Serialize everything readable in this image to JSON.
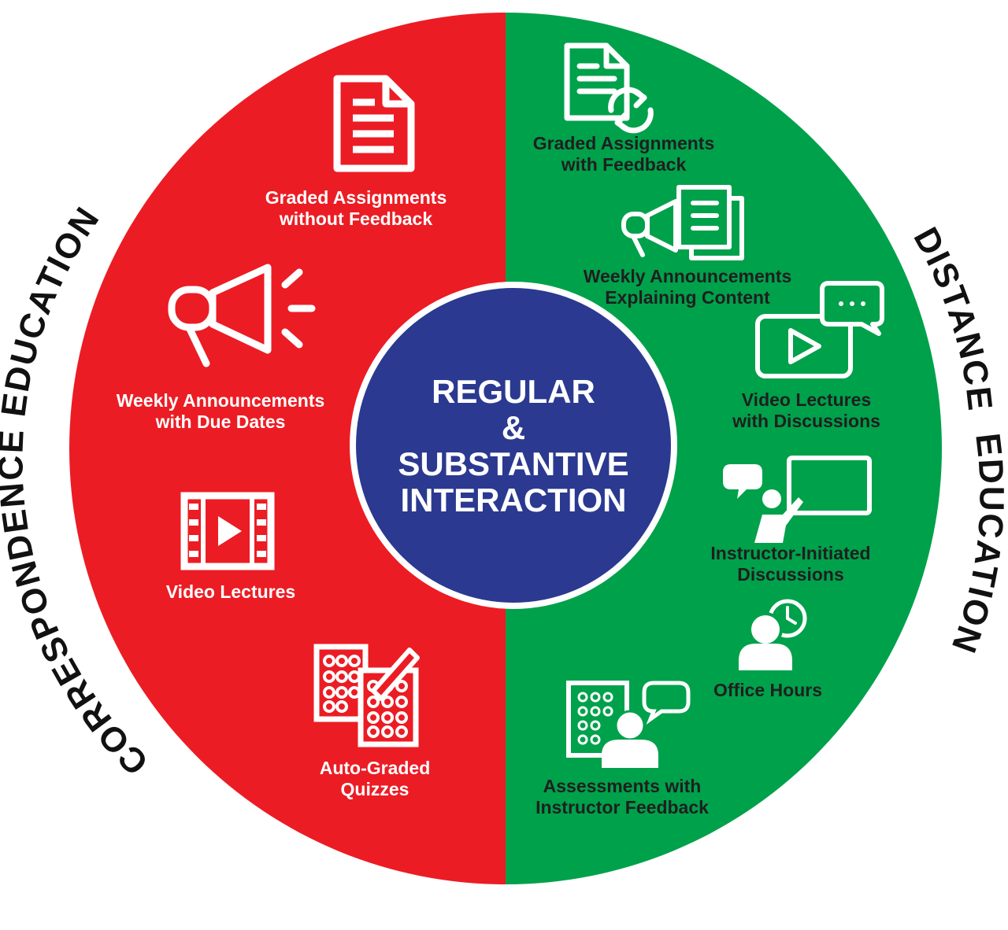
{
  "colors": {
    "left_half": "#ec1c24",
    "right_half": "#00a14b",
    "center": "#2b3990",
    "text_left": "#ffffff",
    "text_right": "#1f1f1f",
    "outline_right": "#ffffff"
  },
  "center": {
    "line1": "REGULAR",
    "line2": "&",
    "line3": "SUBSTANTIVE",
    "line4": "INTERACTION"
  },
  "left_arc_label": "CORRESPONDENCE EDUCATION",
  "right_arc_label_1": "DISTANCE",
  "right_arc_label_2": "EDUCATION",
  "left_items": [
    {
      "icon": "document-icon",
      "line1": "Graded Assignments",
      "line2": "without Feedback"
    },
    {
      "icon": "megaphone-icon",
      "line1": "Weekly Announcements",
      "line2": "with Due Dates"
    },
    {
      "icon": "film-play-icon",
      "line1": "Video Lectures",
      "line2": ""
    },
    {
      "icon": "quiz-sheet-icon",
      "line1": "Auto-Graded",
      "line2": "Quizzes"
    }
  ],
  "right_items": [
    {
      "icon": "document-refresh-icon",
      "line1": "Graded Assignments",
      "line2": "with Feedback"
    },
    {
      "icon": "megaphone-document-icon",
      "line1": "Weekly Announcements",
      "line2": "Explaining Content"
    },
    {
      "icon": "video-chat-icon",
      "line1": "Video Lectures",
      "line2": "with Discussions"
    },
    {
      "icon": "presenter-board-icon",
      "line1": "Instructor-Initiated",
      "line2": "Discussions"
    },
    {
      "icon": "person-clock-icon",
      "line1": "Office Hours",
      "line2": ""
    },
    {
      "icon": "assessment-feedback-icon",
      "line1": "Assessments with",
      "line2": "Instructor Feedback"
    }
  ]
}
